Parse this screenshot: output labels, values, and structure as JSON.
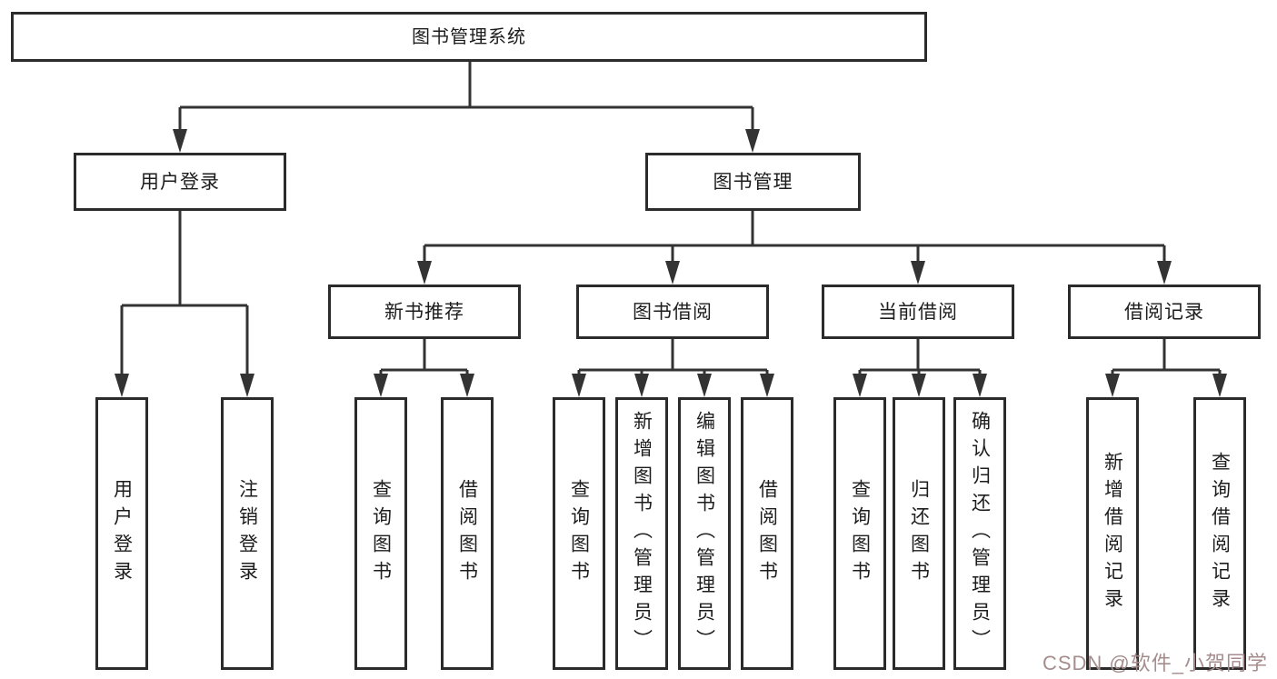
{
  "diagram": {
    "root": {
      "label": "图书管理系统"
    },
    "level2": [
      {
        "label": "用户登录"
      },
      {
        "label": "图书管理"
      }
    ],
    "level3": [
      {
        "label": "新书推荐"
      },
      {
        "label": "图书借阅"
      },
      {
        "label": "当前借阅"
      },
      {
        "label": "借阅记录"
      }
    ],
    "leaves": {
      "userLogin": [
        {
          "label": "用户登录"
        },
        {
          "label": "注销登录"
        }
      ],
      "newBook": [
        {
          "label": "查询图书"
        },
        {
          "label": "借阅图书"
        }
      ],
      "bookBorrow": [
        {
          "label": "查询图书"
        },
        {
          "label": "新增图书（管理员）"
        },
        {
          "label": "编辑图书（管理员）"
        },
        {
          "label": "借阅图书"
        }
      ],
      "currentBorrow": [
        {
          "label": "查询图书"
        },
        {
          "label": "归还图书"
        },
        {
          "label": "确认归还（管理员）"
        }
      ],
      "borrowRecords": [
        {
          "label": "新增借阅记录"
        },
        {
          "label": "查询借阅记录"
        }
      ]
    },
    "watermark": {
      "text": "CSDN @软件_小贺同学"
    },
    "colors": {
      "border": "#2b2b2b",
      "line": "#333333",
      "text": "#1d1d1d",
      "background": "#ffffff",
      "watermark": "#a58d8d"
    }
  }
}
